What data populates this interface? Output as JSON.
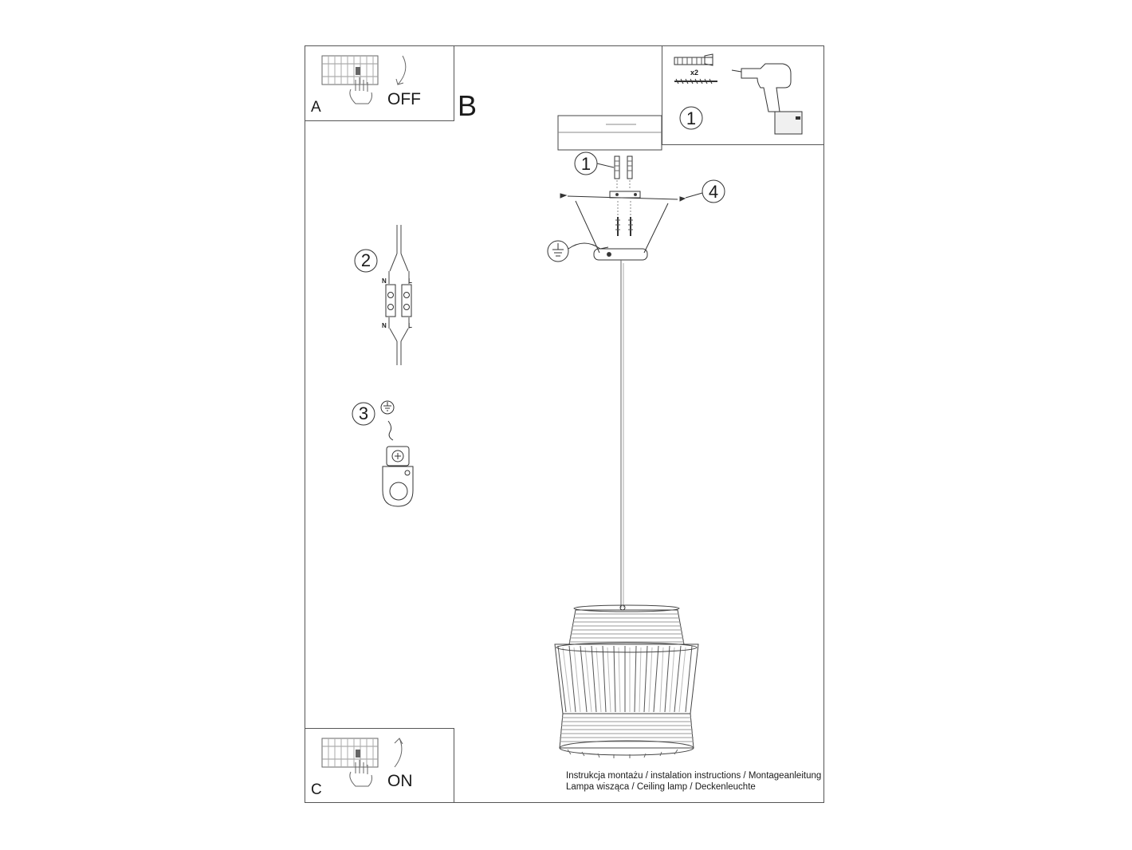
{
  "panel_a": {
    "letter": "A",
    "label": "OFF"
  },
  "section_b": {
    "letter": "B"
  },
  "panel_c": {
    "letter": "C",
    "label": "ON"
  },
  "kit": {
    "quantity": "x2",
    "step": "1"
  },
  "steps": {
    "screws": "1",
    "bracket_screws": "4",
    "wiring": "2",
    "earth": "3"
  },
  "terminal_labels": {
    "neutral": "N",
    "live": "L"
  },
  "caption": {
    "line1": "Instrukcja montażu / instalation instructions / Montageanleitung",
    "line2": "Lampa wisząca / Ceiling lamp / Deckenleuchte"
  }
}
